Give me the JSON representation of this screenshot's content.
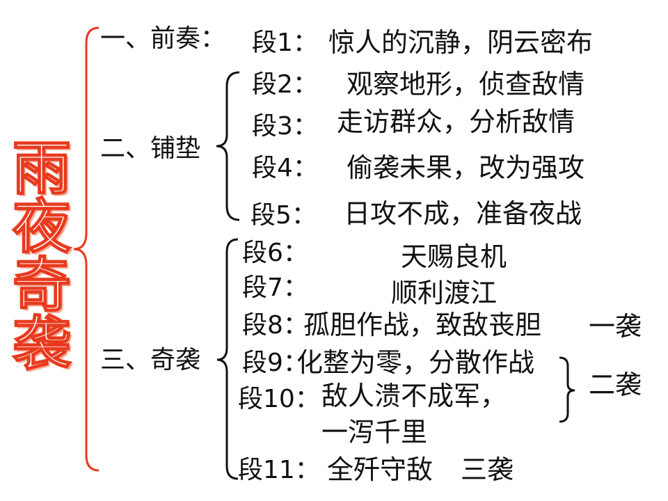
{
  "title": {
    "chars": [
      "雨",
      "夜",
      "奇",
      "袭"
    ],
    "color": "#e83a1e"
  },
  "sections": [
    {
      "label": "一、前奏："
    },
    {
      "label": "二、铺垫"
    },
    {
      "label": "三、奇袭"
    }
  ],
  "paragraphs": [
    {
      "label": "段1：",
      "text": "惊人的沉静，阴云密布"
    },
    {
      "label": "段2：",
      "text": "观察地形，侦查敌情"
    },
    {
      "label": "段3：",
      "text": "走访群众，分析敌情"
    },
    {
      "label": "段4：",
      "text": "偷袭未果，改为强攻"
    },
    {
      "label": "段5：",
      "text": "日攻不成，准备夜战"
    },
    {
      "label": "段6：",
      "text": "天赐良机"
    },
    {
      "label": "段7：",
      "text": "顺利渡江"
    },
    {
      "label": "段8：",
      "text": "孤胆作战，致敌丧胆"
    },
    {
      "label": "段9：",
      "text": "化整为零，分散作战"
    },
    {
      "label": "段10：",
      "text": "敌人溃不成军，",
      "text2": "一泻千里"
    },
    {
      "label": "段11：",
      "text": "全歼守敌"
    }
  ],
  "attacks": {
    "first": "一袭",
    "second": "二袭",
    "third": "三袭"
  },
  "colors": {
    "title_brace": "#e83a1e",
    "brace": "#111111"
  }
}
